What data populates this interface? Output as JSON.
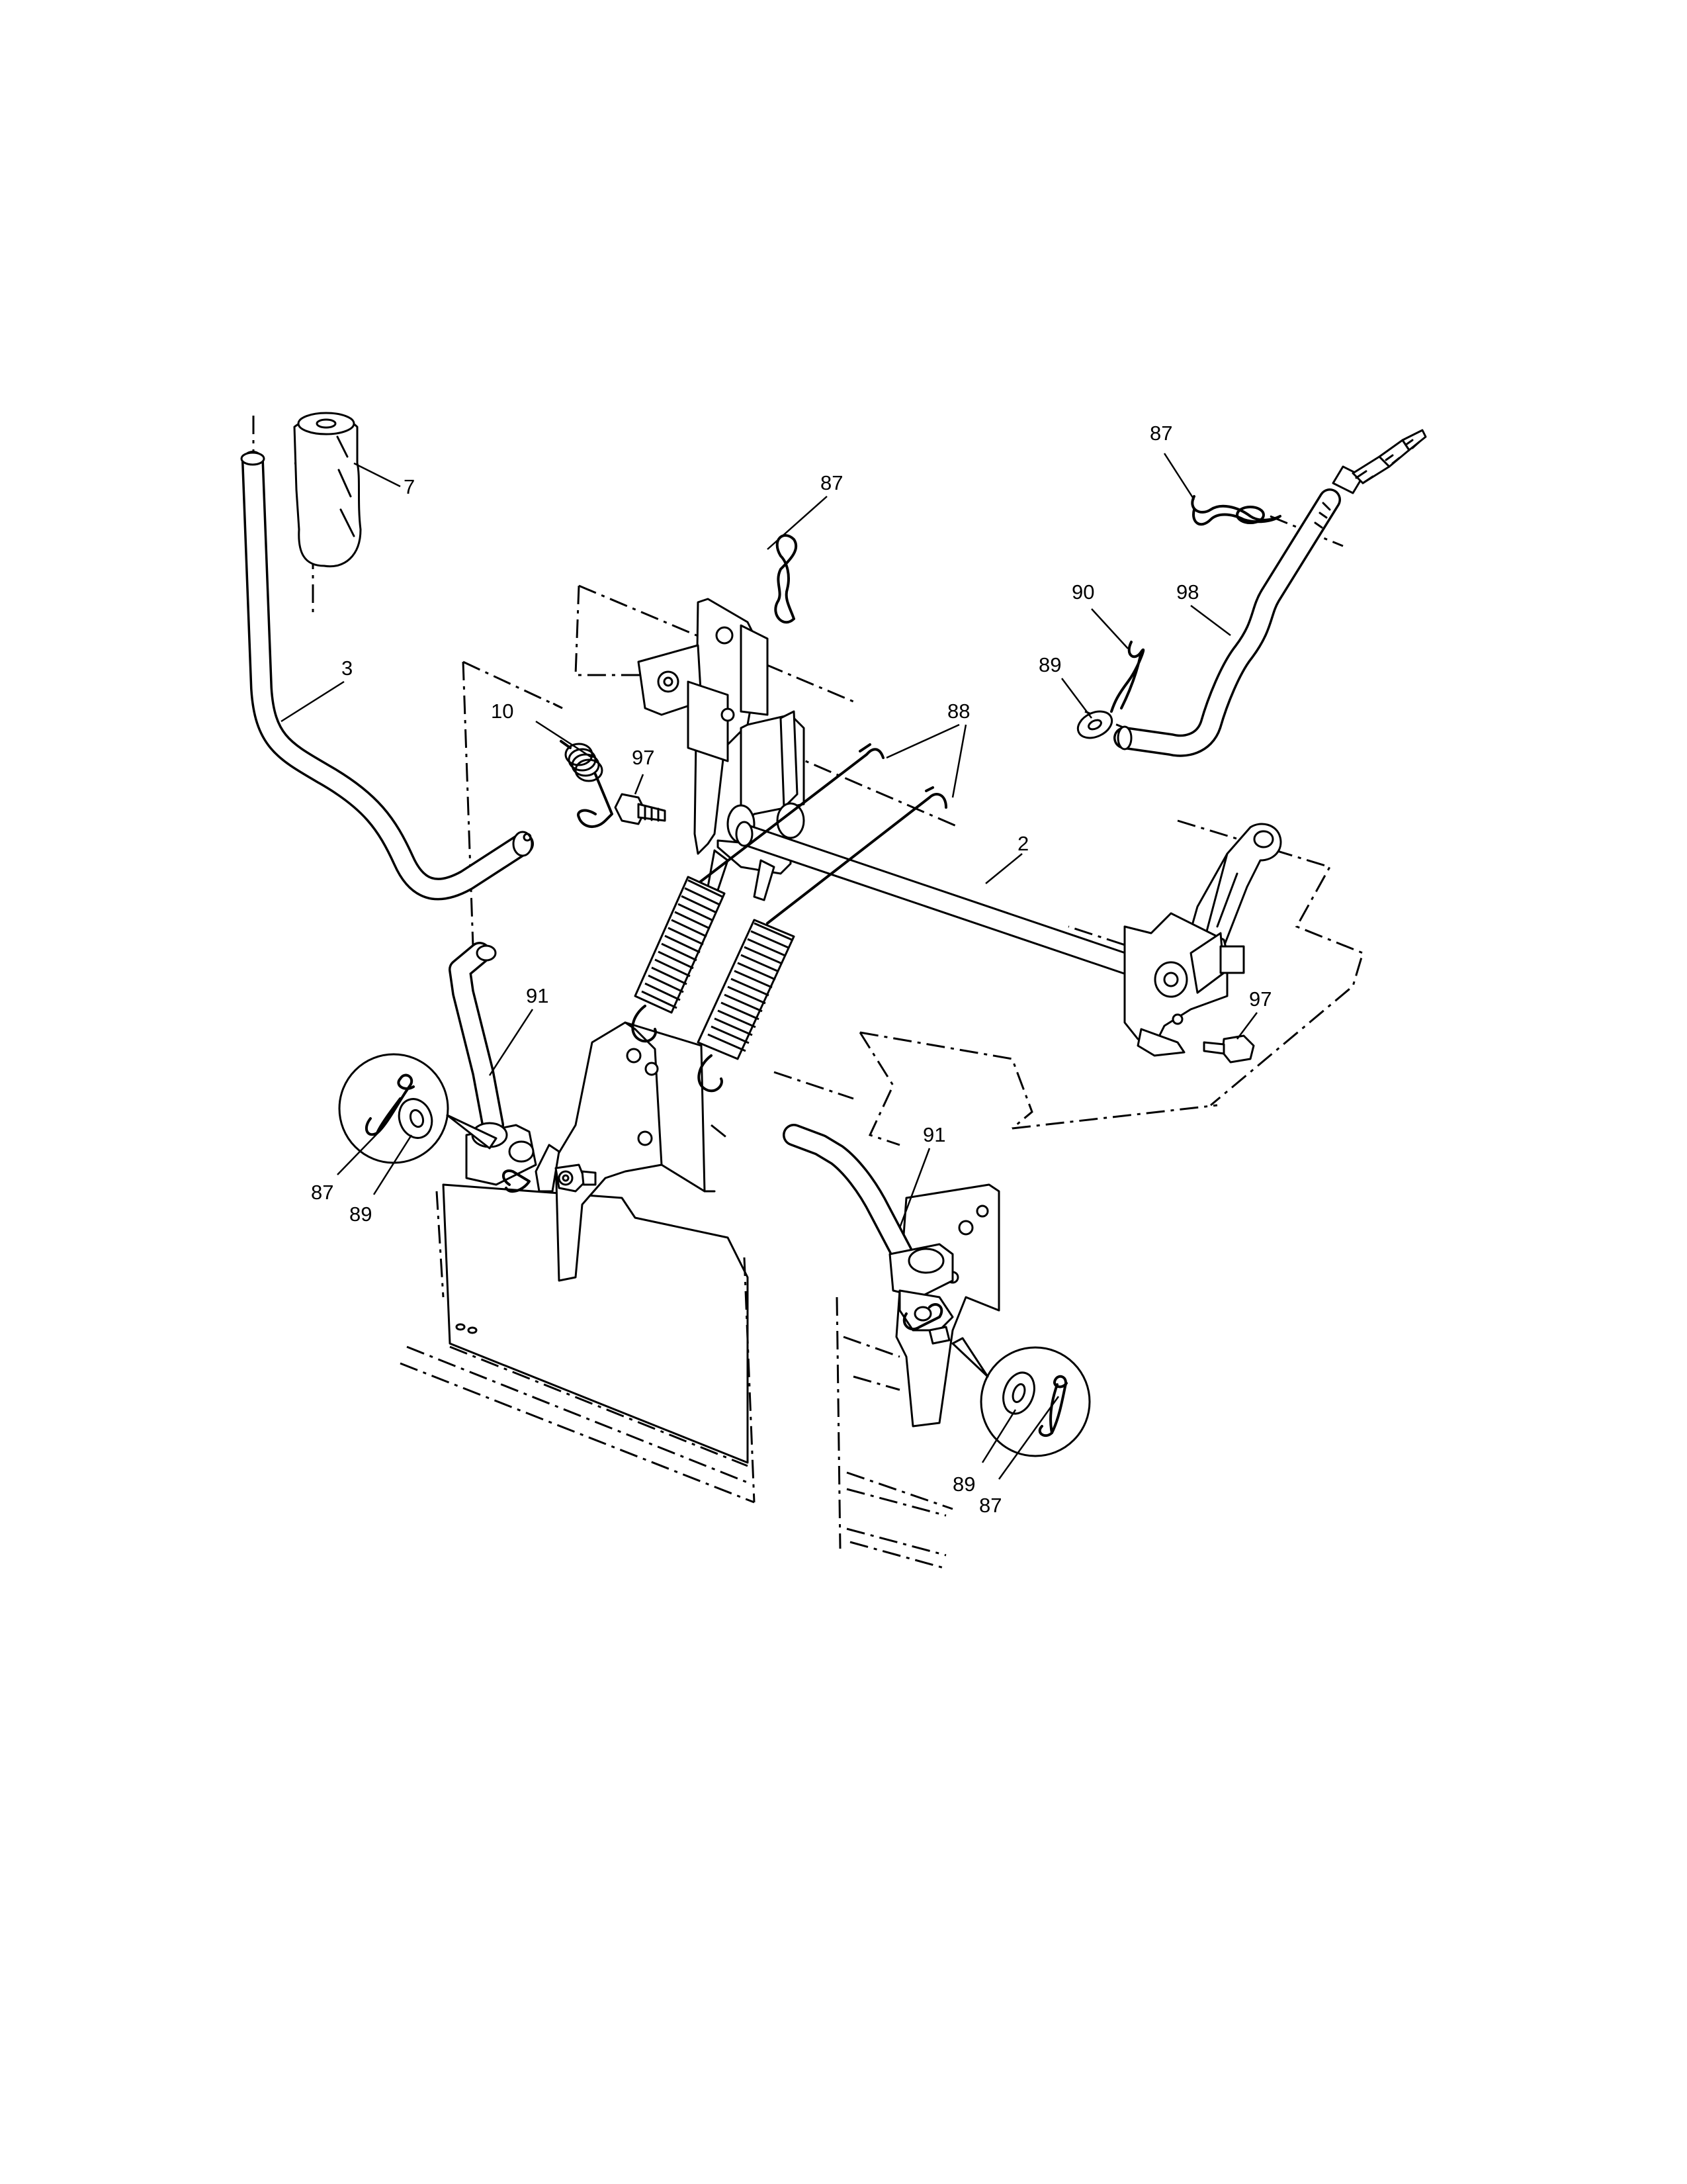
{
  "callouts": {
    "c7": "7",
    "c3": "3",
    "c87_top": "87",
    "c87_right": "87",
    "c10": "10",
    "c97_left": "97",
    "c88": "88",
    "c90": "90",
    "c98": "98",
    "c89_right": "89",
    "c2": "2",
    "c97_right": "97",
    "c91_left": "91",
    "c91_right": "91",
    "c87_left_detail": "87",
    "c89_left_detail": "89",
    "c89_right_detail": "89",
    "c87_right_detail": "87"
  },
  "colors": {
    "line": "#000000",
    "background": "#ffffff"
  }
}
